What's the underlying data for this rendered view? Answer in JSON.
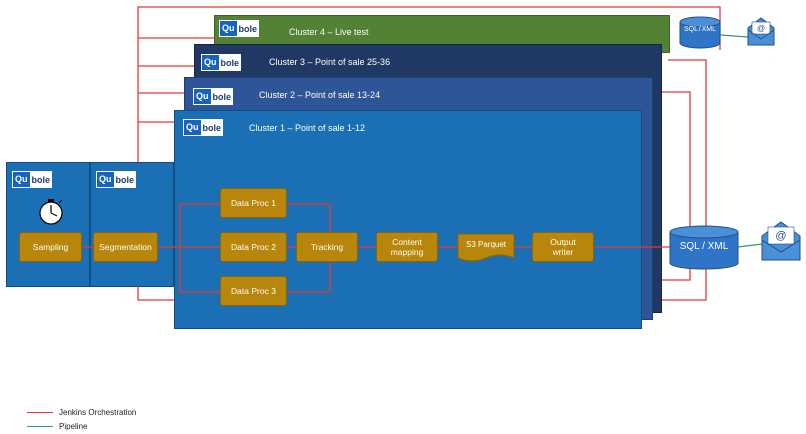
{
  "clusters": [
    {
      "title": "Cluster 4 – Live test",
      "color": "#538135"
    },
    {
      "title": "Cluster 3 – Point of sale 25-36",
      "color": "#1f3864"
    },
    {
      "title": "Cluster 2 – Point of sale 13-24",
      "color": "#2e5597"
    },
    {
      "title": "Cluster 1 – Point of sale 1-12",
      "color": "#1a6fb5"
    }
  ],
  "logo": {
    "left": "Qu",
    "right": "bole"
  },
  "steps": {
    "sampling": "Sampling",
    "segmentation": "Segmentation",
    "data_proc_1": "Data Proc 1",
    "data_proc_2": "Data Proc 2",
    "data_proc_3": "Data Proc 3",
    "tracking": "Tracking",
    "content_mapping": "Content mapping",
    "s3_parquet": "S3 Parquet",
    "output_writer": "Output writer"
  },
  "databases": {
    "small": "SQL / XML",
    "large": "SQL / XML"
  },
  "legend": [
    {
      "label": "Jenkins Orchestration",
      "color": "#e53935"
    },
    {
      "label": "Pipeline",
      "color": "#2e9e5b"
    }
  ],
  "colors": {
    "orchestration": "#e53935",
    "pipeline": "#2e9e5b",
    "step": "#b8860b"
  }
}
